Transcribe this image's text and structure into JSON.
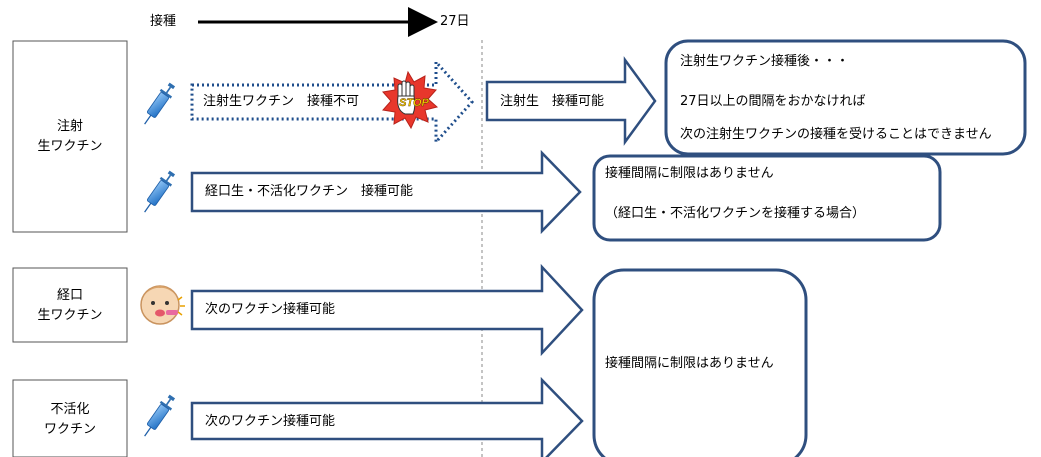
{
  "timeline": {
    "start_label": "接種",
    "end_label": "27日"
  },
  "categories": {
    "injectable": {
      "line1": "注射",
      "line2": "生ワクチン"
    },
    "oral": {
      "line1": "経口",
      "line2": "生ワクチン"
    },
    "inactivated": {
      "line1": "不活化",
      "line2": "ワクチン"
    }
  },
  "arrows": {
    "inj_to_inj": "注射生ワクチン　接種不可",
    "inj_after": "注射生　接種可能",
    "inj_to_other": "経口生・不活化ワクチン　接種可能",
    "oral_next": "次のワクチン接種可能",
    "inact_next": "次のワクチン接種可能"
  },
  "notes": {
    "box1": {
      "line1": "注射生ワクチン接種後・・・",
      "line2": "27日以上の間隔をおかなければ",
      "line3": "次の注射生ワクチンの接種を受けることはできません"
    },
    "box2": {
      "line1": "接種間隔に制限はありません",
      "line2": "（経口生・不活化ワクチンを接種する場合）"
    },
    "box3": {
      "line1": "接種間隔に制限はありません"
    }
  },
  "icons": {
    "stop_label": "STOP"
  },
  "colors": {
    "arrow_stroke": "#2f4f7f",
    "dashed_border": "#1f4e8c",
    "stop_burst": "#e8372c",
    "syringe": "#3b8ee0"
  }
}
